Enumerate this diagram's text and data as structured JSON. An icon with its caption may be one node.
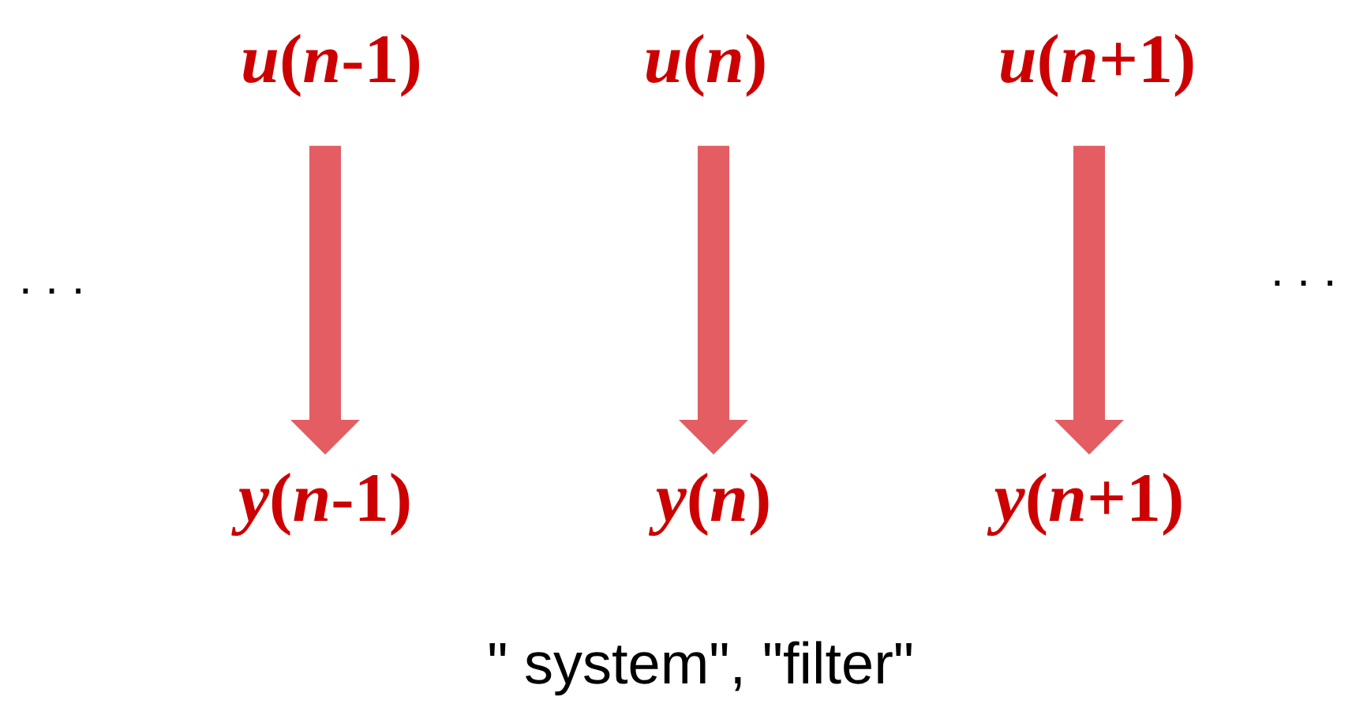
{
  "diagram": {
    "caption": "\" system\", \"filter\"",
    "nodes": [
      {
        "text": [
          "*u*(*n*-1)"
        ]
      },
      {
        "text": [
          "*u*(*n*)"
        ]
      },
      {
        "text": [
          "*u*(*n*+1)"
        ]
      },
      {
        "text": [
          "*y*(*n*-1)"
        ]
      },
      {
        "text": [
          "*y*(*n*)"
        ]
      },
      {
        "text": [
          "*y*(*n*+1)"
        ]
      }
    ],
    "edges": [
      {
        "from": 0,
        "to": 3,
        "arrow": "to"
      },
      {
        "from": 1,
        "to": 4,
        "arrow": "to"
      },
      {
        "from": 2,
        "to": 5,
        "arrow": "to"
      }
    ],
    "labels": [
      ". . .",
      ". . ."
    ]
  }
}
